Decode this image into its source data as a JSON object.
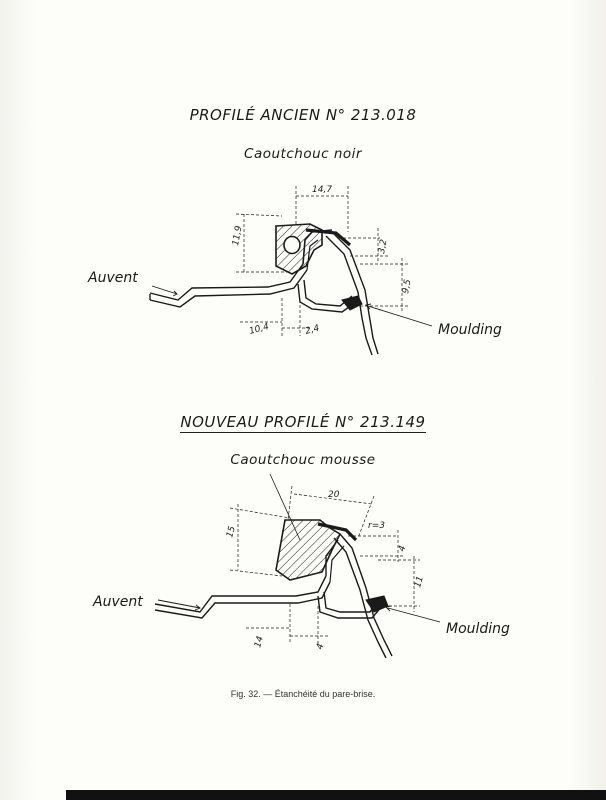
{
  "profile_old": {
    "title": "PROFILÉ ANCIEN N° 213.018",
    "material": "Caoutchouc noir",
    "label_left": "Auvent",
    "label_right": "Moulding",
    "dimensions": [
      "14,7",
      "11,9",
      "3,2",
      "9,5",
      "10,4",
      "2,4"
    ]
  },
  "profile_new": {
    "title": "NOUVEAU PROFILÉ N° 213.149",
    "material": "Caoutchouc mousse",
    "label_left": "Auvent",
    "label_right": "Moulding",
    "dimensions": [
      "20",
      "15",
      "r=3",
      "4",
      "11",
      "14",
      "4"
    ]
  },
  "caption": "Fig. 32. — Étanchéité du pare-brise."
}
